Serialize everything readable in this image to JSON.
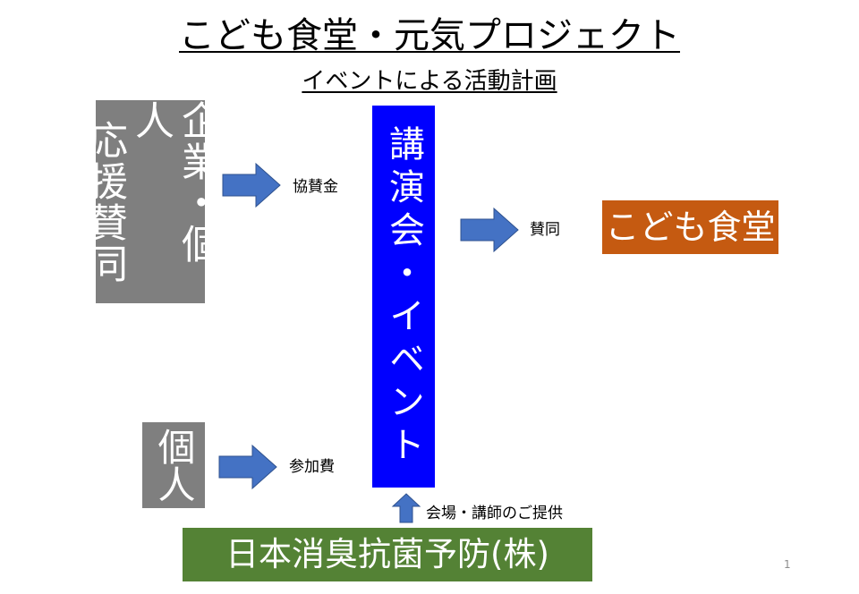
{
  "title": "こども食堂・元気プロジェクト",
  "subtitle": "イベントによる活動計画",
  "sponsor_box": {
    "lines": [
      "応援賛同",
      "企業・個人"
    ]
  },
  "individual_box": {
    "text": "個人"
  },
  "event_box": {
    "text": "講演会・イベント"
  },
  "kodomo_box": {
    "text": "こども食堂"
  },
  "company_box": {
    "text": "日本消臭抗菌予防(株)"
  },
  "labels": {
    "sponsor_fee": "協賛金",
    "participation_fee": "参加費",
    "endorse": "賛同",
    "venue": "会場・講師のご提供"
  },
  "page_number": "1",
  "colors": {
    "gray_box": "#7f7f7f",
    "event_blue": "#0000ff",
    "kodomo_orange": "#c55a11",
    "company_green": "#548235",
    "arrow_blue": "#4472c4",
    "arrow_border": "#2f528f"
  }
}
